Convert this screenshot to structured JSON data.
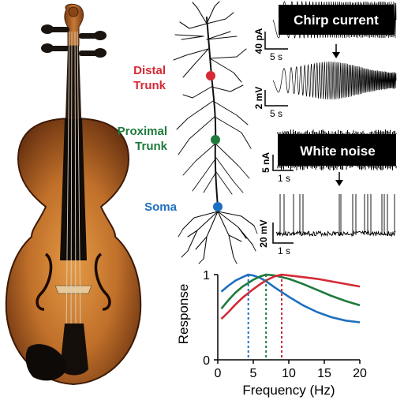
{
  "labels": {
    "distal": [
      "Distal",
      "Trunk"
    ],
    "proximal": [
      "Proximal",
      "Trunk"
    ],
    "soma": "Soma"
  },
  "colors": {
    "distal": "#d42a35",
    "proximal": "#1f7a3c",
    "soma": "#1f6fc0",
    "wood_dark": "#5a2a0a",
    "wood_light": "#d08a3a"
  },
  "chirp": {
    "title": "Chirp current",
    "current_scale": "40 pA",
    "voltage_scale": "2 mV",
    "time_scale": "5 s"
  },
  "noise": {
    "title": "White noise",
    "current_scale": "5 nA",
    "voltage_scale": "20 mV",
    "time_scale": "1 s"
  },
  "chart_data": {
    "type": "line",
    "xlabel": "Frequency (Hz)",
    "ylabel": "Response",
    "xlim": [
      0,
      20
    ],
    "ylim": [
      0,
      1
    ],
    "xticks": [
      "0",
      "5",
      "10",
      "15",
      "20"
    ],
    "yticks": [
      "0",
      "1"
    ],
    "series": [
      {
        "color": "#1f6fc0",
        "x": [
          0.5,
          1.5,
          2.5,
          3.5,
          4.3,
          5,
          6,
          7,
          8,
          10,
          12,
          14,
          16,
          18,
          20
        ],
        "y": [
          0.8,
          0.87,
          0.93,
          0.97,
          1.0,
          0.99,
          0.96,
          0.91,
          0.85,
          0.74,
          0.64,
          0.56,
          0.5,
          0.46,
          0.44
        ],
        "peak": 4.3
      },
      {
        "color": "#1f7a3c",
        "x": [
          0.5,
          1.5,
          2.5,
          3.5,
          5,
          6,
          6.8,
          8,
          10,
          12,
          14,
          16,
          18,
          20
        ],
        "y": [
          0.6,
          0.7,
          0.79,
          0.86,
          0.94,
          0.98,
          1.0,
          0.99,
          0.95,
          0.89,
          0.82,
          0.75,
          0.69,
          0.64
        ],
        "peak": 6.8
      },
      {
        "color": "#d42a35",
        "x": [
          0.5,
          1.5,
          2.5,
          3.5,
          5,
          6,
          7,
          8,
          9,
          10,
          12,
          14,
          16,
          18,
          20
        ],
        "y": [
          0.48,
          0.56,
          0.65,
          0.73,
          0.83,
          0.89,
          0.94,
          0.98,
          1.0,
          0.99,
          0.97,
          0.95,
          0.92,
          0.89,
          0.86
        ],
        "peak": 9
      }
    ]
  }
}
